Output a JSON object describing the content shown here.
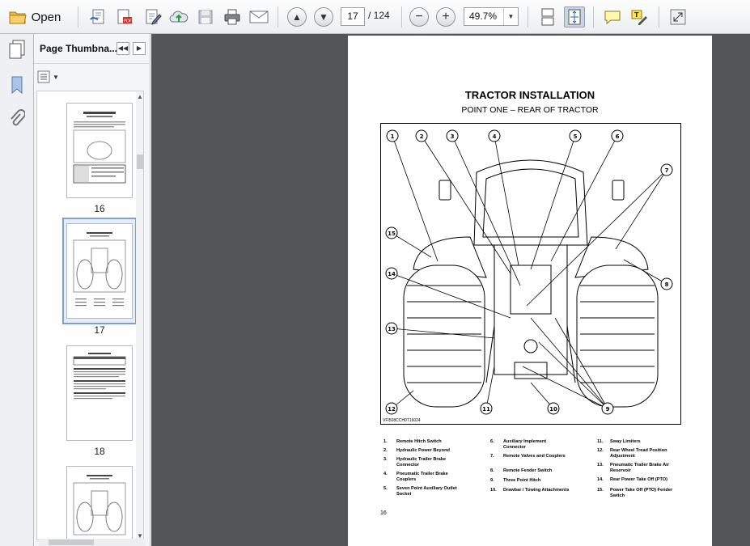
{
  "toolbar": {
    "open_label": "Open",
    "current_page": "17",
    "page_total": "/ 124",
    "zoom": "49.7%"
  },
  "panel": {
    "title": "Page Thumbna...",
    "thumbnails": [
      {
        "label": "16"
      },
      {
        "label": "17",
        "selected": true
      },
      {
        "label": "18"
      },
      {
        "label": ""
      }
    ]
  },
  "page": {
    "title": "TRACTOR INSTALLATION",
    "subtitle": "POINT ONE – REAR OF TRACTOR",
    "figure_code": "VFI508CCH0T16024",
    "callouts": [
      "1",
      "2",
      "3",
      "4",
      "5",
      "6",
      "7",
      "8",
      "9",
      "10",
      "11",
      "12",
      "13",
      "14",
      "15"
    ],
    "legend": [
      {
        "n": "1.",
        "text": "Remote Hitch Switch"
      },
      {
        "n": "2.",
        "text": "Hydraulic Power Beyond"
      },
      {
        "n": "3.",
        "text": "Hydraulic Trailer Brake Connector"
      },
      {
        "n": "4.",
        "text": "Pneumatic Trailer Brake Couplers"
      },
      {
        "n": "5.",
        "text": "Seven Point Auxiliary Outlet Socket"
      },
      {
        "n": "6.",
        "text": "Auxiliary Implement Connector"
      },
      {
        "n": "7.",
        "text": "Remote Valves and Couplers"
      },
      {
        "n": "8.",
        "text": "Remote Fender Switch"
      },
      {
        "n": "9.",
        "text": "Three Point Hitch"
      },
      {
        "n": "10.",
        "text": "Drawbar / Towing Attachments"
      },
      {
        "n": "11.",
        "text": "Sway Limiters"
      },
      {
        "n": "12.",
        "text": "Rear Wheel Tread Position Adjustment"
      },
      {
        "n": "13.",
        "text": "Pneumatic Trailer Brake Air Reservoir"
      },
      {
        "n": "14.",
        "text": "Rear Power Take Off (PTO)"
      },
      {
        "n": "15.",
        "text": "Power Take Off (PTO) Fender Switch"
      }
    ],
    "page_number": "16"
  }
}
